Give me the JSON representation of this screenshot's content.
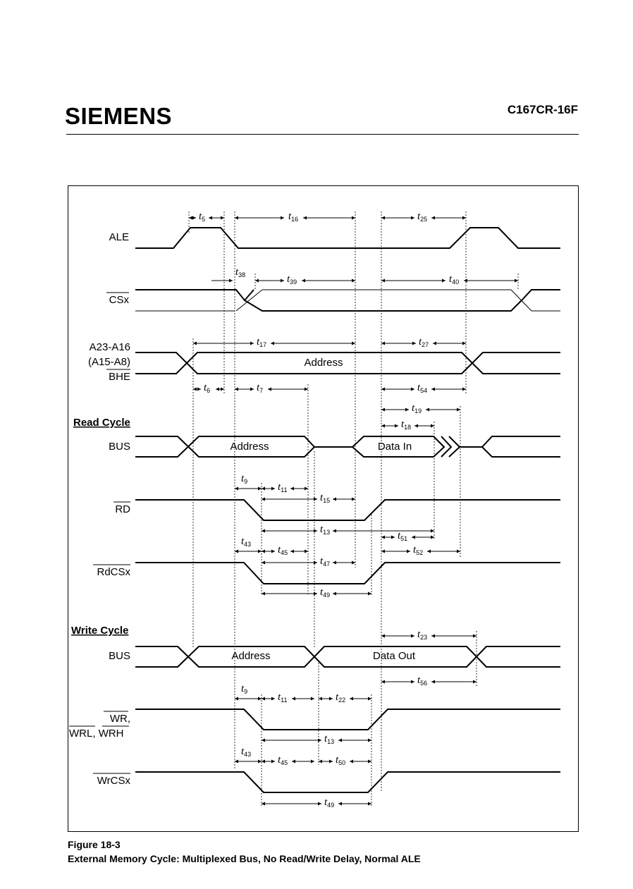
{
  "header": {
    "brand": "SIEMENS",
    "doc_id": "C167CR-16F"
  },
  "caption": {
    "figure": "Figure 18-3",
    "title": "External Memory Cycle: Multiplexed Bus, No Read/Write Delay, Normal ALE"
  },
  "signals": {
    "ale": "ALE",
    "csx": "CSx",
    "addr_line1": "A23-A16",
    "addr_line2": "(A15-A8)",
    "bhe": "BHE",
    "read_bus": "BUS",
    "rd": "RD",
    "rdcsx": "RdCSx",
    "write_bus": "BUS",
    "wr_line1": "WR,",
    "wr_line2a": "WRL",
    "wr_line2sep": ", ",
    "wr_line2b": "WRH",
    "wrcsx": "WrCSx"
  },
  "sections": {
    "read_cycle": "Read Cycle",
    "write_cycle": "Write Cycle"
  },
  "boxes": {
    "address_top": "Address",
    "read_address": "Address",
    "data_in": "Data In",
    "write_address": "Address",
    "data_out": "Data Out"
  },
  "timing_prefix": "t",
  "timing": {
    "t5": "5",
    "t16": "16",
    "t25": "25",
    "t38": "38",
    "t39": "39",
    "t40": "40",
    "t17": "17",
    "t27": "27",
    "t6": "6",
    "t7": "7",
    "t54": "54",
    "t19": "19",
    "t18": "18",
    "t9_r": "9",
    "t11_r": "11",
    "t15": "15",
    "t13": "13",
    "t51": "51",
    "t43_r": "43",
    "t45_r": "45",
    "t47": "47",
    "t52": "52",
    "t49_r": "49",
    "t23": "23",
    "t56": "56",
    "t9_w": "9",
    "t11_w": "11",
    "t22": "22",
    "t13_w": "13",
    "t43_w": "43",
    "t45_w": "45",
    "t50": "50",
    "t49_w": "49"
  }
}
